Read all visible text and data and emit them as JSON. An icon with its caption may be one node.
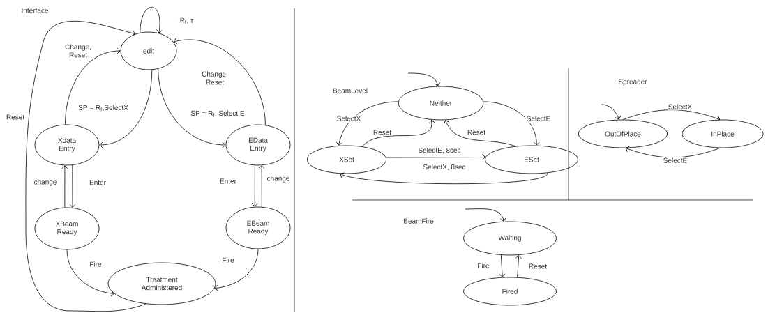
{
  "diagram": {
    "nodes": [
      {
        "text": [
          "edit"
        ]
      },
      {
        "text": [
          "Xdata Entry"
        ]
      },
      {
        "text": [
          "EData Entry"
        ]
      },
      {
        "text": [
          "XBeam Ready"
        ]
      },
      {
        "text": [
          "EBeam Ready"
        ]
      },
      {
        "text": [
          "Treatment Administered"
        ]
      },
      {
        "text": [
          "Neither"
        ]
      },
      {
        "text": [
          "XSet"
        ]
      },
      {
        "text": [
          "ESet"
        ]
      },
      {
        "text": [
          "OutOfPlace"
        ]
      },
      {
        "text": [
          "InPlace"
        ]
      },
      {
        "text": [
          "Waiting"
        ]
      },
      {
        "text": [
          "Fired"
        ]
      }
    ],
    "edges": [
      {
        "from": 0,
        "to": 0,
        "arrow": "to",
        "label": "!R$_{f}$, τ"
      },
      {
        "from": 1,
        "to": 0,
        "arrow": "to",
        "label": "Change, Reset"
      },
      {
        "from": 0,
        "to": 1,
        "arrow": "to",
        "label": "SP = R$_{f}$,SelectX"
      },
      {
        "from": 0,
        "to": 2,
        "arrow": "to",
        "label": "SP = R$_{f}$, Select E"
      },
      {
        "from": 2,
        "to": 0,
        "arrow": "to",
        "label": "Change, Reset"
      },
      {
        "from": 3,
        "to": 1,
        "arrow": "to",
        "label": "change"
      },
      {
        "from": 1,
        "to": 3,
        "arrow": "to",
        "label": "Enter"
      },
      {
        "from": 2,
        "to": 4,
        "arrow": "to",
        "label": "Enter"
      },
      {
        "from": 4,
        "to": 2,
        "arrow": "to",
        "label": "change"
      },
      {
        "from": 3,
        "to": 5,
        "arrow": "to",
        "label": "Fire"
      },
      {
        "from": 4,
        "to": 5,
        "arrow": "to",
        "label": "Fire"
      },
      {
        "from": 5,
        "to": 0,
        "arrow": "to",
        "label": "Reset"
      },
      {
        "from": null,
        "to": 6,
        "arrow": "to"
      },
      {
        "from": 6,
        "to": 7,
        "arrow": "to",
        "label": "SelectX"
      },
      {
        "from": 7,
        "to": 6,
        "arrow": "to",
        "label": "Reset"
      },
      {
        "from": 6,
        "to": 8,
        "arrow": "to",
        "label": "SelectE"
      },
      {
        "from": 8,
        "to": 6,
        "arrow": "to",
        "label": "Reset"
      },
      {
        "from": 7,
        "to": 8,
        "arrow": "to",
        "label": "SelectE, 8sec"
      },
      {
        "from": 8,
        "to": 7,
        "arrow": "to",
        "label": "SelectX, 8sec"
      },
      {
        "from": null,
        "to": 9,
        "arrow": "to"
      },
      {
        "from": 9,
        "to": 10,
        "arrow": "to",
        "label": "SelectX"
      },
      {
        "from": 10,
        "to": 9,
        "arrow": "to",
        "label": "SelectE"
      },
      {
        "from": null,
        "to": 11,
        "arrow": "to"
      },
      {
        "from": 11,
        "to": 12,
        "arrow": "to",
        "label": "Fire"
      },
      {
        "from": 12,
        "to": 11,
        "arrow": "to",
        "label": "Reset"
      }
    ],
    "labels": [
      "Interface",
      "BeamLevel",
      "Spreader",
      "BeamFire"
    ]
  }
}
